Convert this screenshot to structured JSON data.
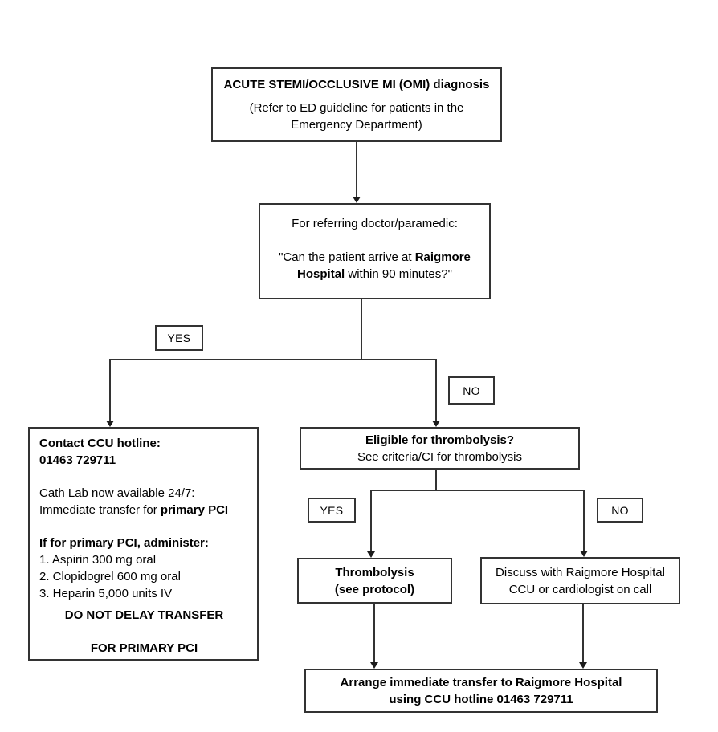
{
  "palette": {
    "background": "#ffffff",
    "line_color": "#333333",
    "arrow_color": "#1c1c1c",
    "text_color": "#000000"
  },
  "flowchart": {
    "diagnosis_box": {
      "title": "ACUTE STEMI/OCCLUSIVE MI (OMI) diagnosis",
      "sub_line1": "(Refer to ED guideline for patients in the",
      "sub_line2": "Emergency Department)"
    },
    "question_box": {
      "line1": "For referring doctor/paramedic:",
      "quote_pre": "\"Can the patient arrive at ",
      "quote_bold": "Raigmore Hospital",
      "quote_post": " within 90 minutes?\""
    },
    "branch_labels": {
      "yes1": "YES",
      "no1": "NO",
      "yes2": "YES",
      "no2": "NO"
    },
    "pci_box": {
      "hotline_line1": "Contact CCU hotline:",
      "hotline_line2": "01463 729711",
      "cath_line1": "Cath Lab now available 24/7:",
      "cath_line2_pre": "Immediate transfer for ",
      "cath_line2_bold": "primary PCI",
      "administer_title": "If for primary PCI, administer:",
      "items": [
        "1. Aspirin 300 mg oral",
        "2. Clopidogrel 600 mg oral",
        "3. Heparin 5,000 units IV"
      ],
      "warning_line1": "DO NOT DELAY TRANSFER",
      "warning_line2": "FOR PRIMARY PCI"
    },
    "eligible_box": {
      "title": "Eligible for thrombolysis?",
      "subtitle": "See criteria/CI for thrombolysis"
    },
    "thrombolysis_box": {
      "line1": "Thrombolysis",
      "line2": "(see protocol)"
    },
    "discuss_box": {
      "line1": "Discuss with Raigmore Hospital",
      "line2": "CCU or cardiologist on call"
    },
    "final_box": {
      "line1": "Arrange immediate transfer to Raigmore Hospital",
      "line2": "using CCU hotline 01463 729711"
    }
  }
}
